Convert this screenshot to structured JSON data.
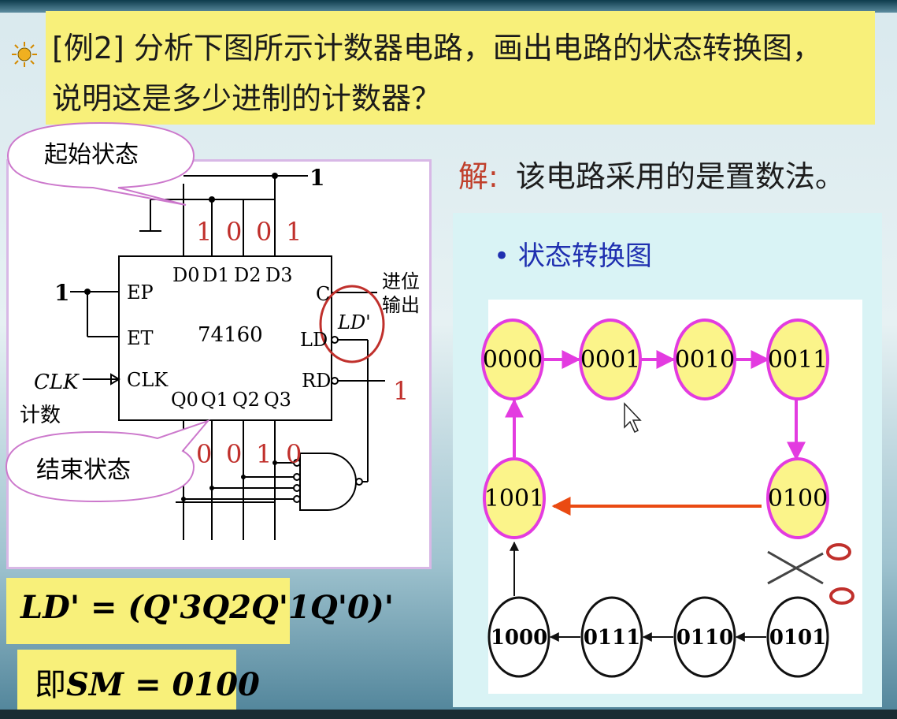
{
  "question": {
    "line1": "[例2] 分析下图所示计数器电路，画出电路的状态转换图，",
    "line2": "说明这是多少进制的计数器？"
  },
  "bubbles": {
    "start": "起始状态",
    "end": "结束状态"
  },
  "circuit": {
    "chip": "74160",
    "d_pins": [
      "D0",
      "D1",
      "D2",
      "D3"
    ],
    "q_pins": [
      "Q0",
      "Q1",
      "Q2",
      "Q3"
    ],
    "left_pins": [
      "EP",
      "ET",
      "CLK"
    ],
    "right_pins": [
      "C",
      "LD",
      "RD"
    ],
    "input_one": "1",
    "top_one": "1",
    "rd_one": "1",
    "clk_label": "CLK",
    "count_label": "计数",
    "carry_label_1": "进位",
    "carry_label_2": "输出",
    "ld_prime": "LD'",
    "d_values": [
      "1",
      "0",
      "0",
      "1"
    ],
    "q_values": [
      "0",
      "0",
      "1",
      "0"
    ]
  },
  "solution": {
    "label": "解:",
    "text": "该电路采用的是置数法。"
  },
  "state_diagram": {
    "title": "• 状态转换图",
    "states_active": [
      "0000",
      "0001",
      "0010",
      "0011",
      "0100",
      "1001"
    ],
    "states_skipped": [
      "0101",
      "0110",
      "0111",
      "1000"
    ],
    "colors": {
      "active_fill": "#fbf48a",
      "active_border": "#e33be0",
      "jump_arrow": "#ea4a12",
      "panel": "#d9f3f5"
    }
  },
  "formulas": {
    "ld": "LD' = (Q'3Q2Q'1Q'0)'",
    "sm_prefix": "即",
    "sm": "SM = 0100"
  }
}
